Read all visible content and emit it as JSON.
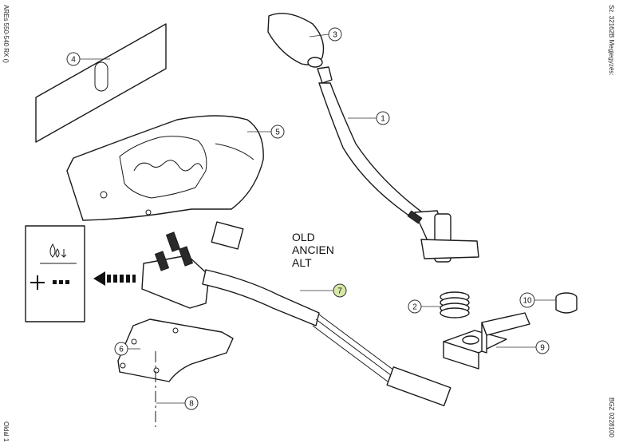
{
  "margin": {
    "left_top": "AREs 550-540 RX ()",
    "left_bottom": "Oldal 1",
    "right_top": "Sz. 32162B Megjegyzés:",
    "right_bottom": "BGZ 0228100"
  },
  "version_label": {
    "line1": "OLD",
    "line2": "ANCIEN",
    "line3": "ALT"
  },
  "callouts": {
    "c1": "1",
    "c2": "2",
    "c3": "3",
    "c4": "4",
    "c5": "5",
    "c6": "6",
    "c7": "7",
    "c8": "8",
    "c9": "9",
    "c10": "10"
  },
  "colors": {
    "highlight_callout": "#d8e8a8",
    "line": "#1a1a1a"
  },
  "icons": {
    "lubricant": "lubricant-drop-icon",
    "add": "plus-icon",
    "direction": "dashed-arrow-left-icon"
  }
}
